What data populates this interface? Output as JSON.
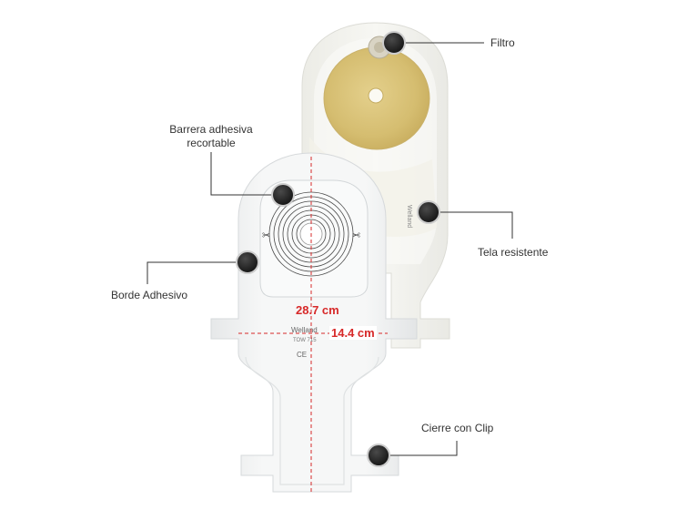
{
  "colors": {
    "background": "#ffffff",
    "pouch_front": "#f4f5f5",
    "pouch_back": "#f1f1ee",
    "adhesive": "#d9c278",
    "marker": "#1e1e1e",
    "leader": "#333333",
    "dimension": "#d72929"
  },
  "callouts": {
    "filter": "Filtro",
    "cut_barrier_line1": "Barrera adhesiva",
    "cut_barrier_line2": "recortable",
    "resistant_fabric": "Tela resistente",
    "adhesive_border": "Borde Adhesivo",
    "clip_closure": "Cierre con Clip"
  },
  "dimensions": {
    "height": "28.7 cm",
    "width": "14.4 cm"
  },
  "product_print": {
    "brand": "Welland",
    "code": "TOW 715",
    "mark": "CE"
  },
  "icons": {
    "marker": "hotspot-dot-icon",
    "scissors": "scissors-icon"
  }
}
